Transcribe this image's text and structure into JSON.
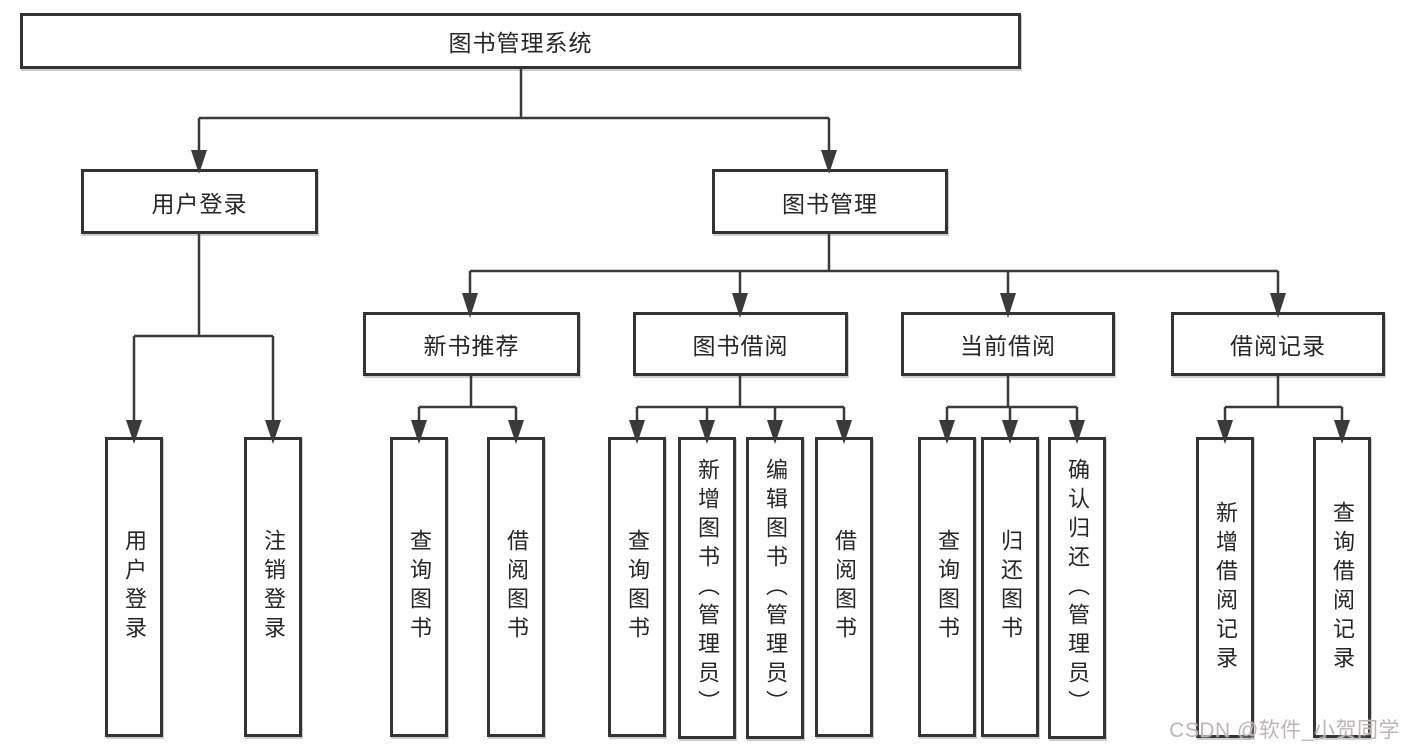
{
  "diagram": {
    "root": {
      "label": "图书管理系统"
    },
    "branches": {
      "user_login": {
        "label": "用户登录"
      },
      "book_management": {
        "label": "图书管理"
      }
    },
    "modules": {
      "new_book_recommend": {
        "label": "新书推荐"
      },
      "book_borrowing": {
        "label": "图书借阅"
      },
      "current_borrowing": {
        "label": "当前借阅"
      },
      "borrowing_records": {
        "label": "借阅记录"
      }
    },
    "functions": {
      "user_login": {
        "label": "用户登录"
      },
      "logout": {
        "label": "注销登录"
      },
      "query_book_recommend": {
        "label": "查询图书"
      },
      "borrow_book_recommend": {
        "label": "借阅图书"
      },
      "query_book_borrowing": {
        "label": "查询图书"
      },
      "add_book_admin": {
        "label": "新增图书（管理员）"
      },
      "edit_book_admin": {
        "label": "编辑图书（管理员）"
      },
      "borrow_book_borrowing": {
        "label": "借阅图书"
      },
      "query_book_current": {
        "label": "查询图书"
      },
      "return_book": {
        "label": "归还图书"
      },
      "confirm_return_admin": {
        "label": "确认归还（管理员）"
      },
      "add_borrow_record": {
        "label": "新增借阅记录"
      },
      "query_borrow_record": {
        "label": "查询借阅记录"
      }
    }
  },
  "watermark": {
    "text": "CSDN @软件_小贺同学"
  },
  "colors": {
    "line": "#3a3a3a",
    "box_border": "#333333",
    "text": "#262626",
    "watermark": "#bfb5b5",
    "background": "#ffffff"
  }
}
